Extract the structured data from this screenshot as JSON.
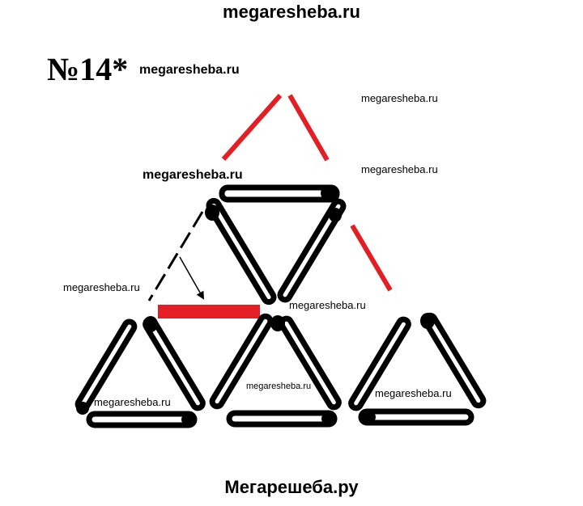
{
  "header": {
    "site": "megaresheba.ru"
  },
  "problem": {
    "label": "№14*"
  },
  "watermarks": [
    "megaresheba.ru",
    "megaresheba.ru",
    "megaresheba.ru",
    "megaresheba.ru",
    "megaresheba.ru",
    "megaresheba.ru",
    "megaresheba.ru",
    "megaresheba.ru",
    "megaresheba.ru"
  ],
  "footer": {
    "site": "Мегарешеба.ру"
  },
  "colors": {
    "moved_match": "#e31e24",
    "match": "#000000",
    "background": "#ffffff"
  }
}
